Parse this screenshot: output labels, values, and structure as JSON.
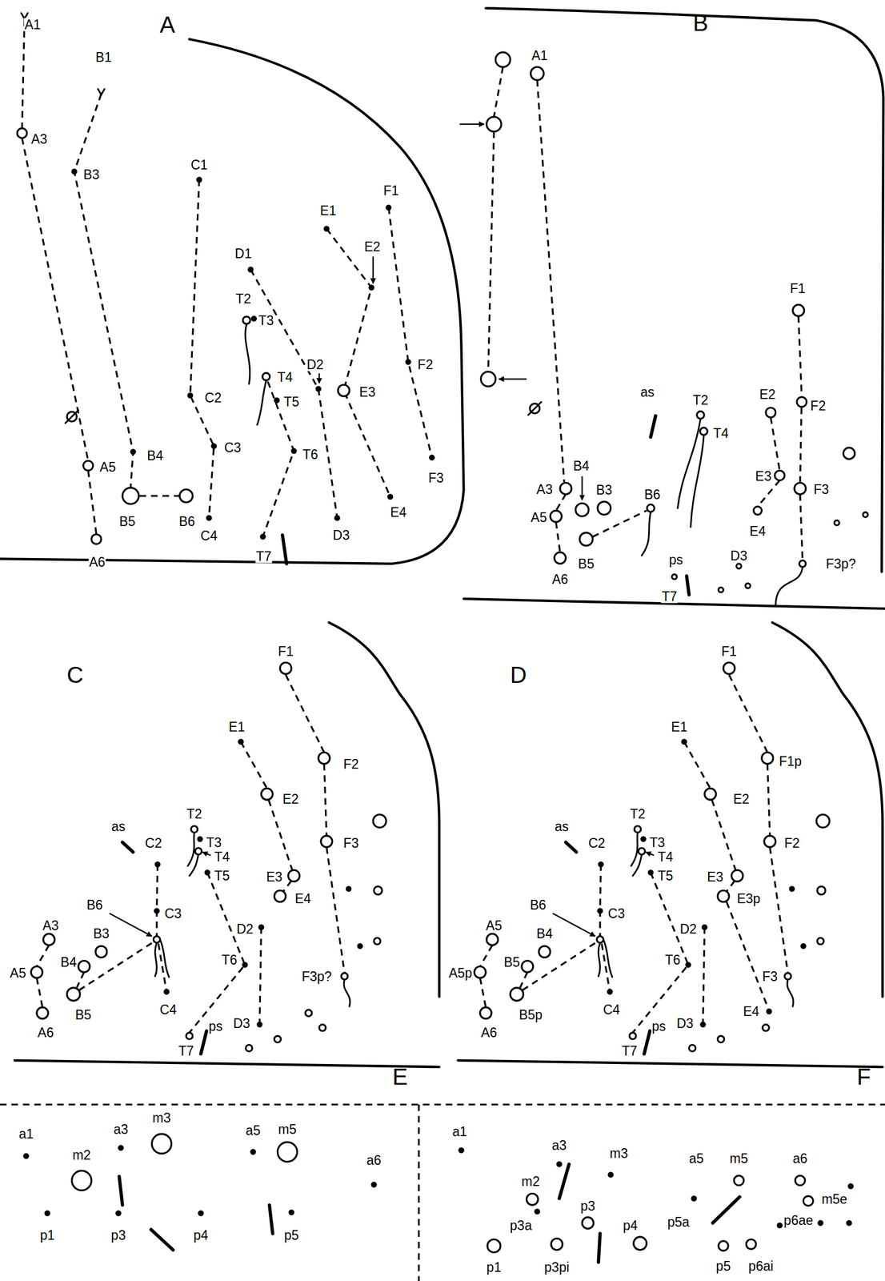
{
  "diagram": {
    "labels": [
      "A",
      "A1",
      "B1",
      "A3",
      "B3",
      "C1",
      "E1",
      "F1",
      "D1",
      "E2",
      "T2",
      "T3",
      "D2",
      "T4",
      "T5",
      "E3",
      "C2",
      "F2",
      "C3",
      "T6",
      "B4",
      "A5",
      "F3",
      "B5",
      "B6",
      "E4",
      "D3",
      "C4",
      "A6",
      "T7",
      "B",
      "A1",
      "as",
      "T2",
      "T4",
      "E2",
      "F1",
      "F2",
      "B4",
      "B3",
      "B6",
      "A3",
      "A5",
      "E3",
      "F3",
      "E4",
      "B5",
      "A6",
      "F3p?",
      "ps",
      "D3",
      "T7",
      "C",
      "F1",
      "E1",
      "F2",
      "E2",
      "as",
      "C2",
      "T2",
      "T3",
      "T4",
      "T5",
      "E3",
      "F3",
      "E4",
      "B6",
      "C3",
      "A3",
      "B3",
      "T6",
      "D2",
      "B4",
      "A5",
      "F3p?",
      "B5",
      "C4",
      "A6",
      "ps",
      "D3",
      "T7",
      "D",
      "F1",
      "E1",
      "F1p",
      "E2",
      "as",
      "C2",
      "T2",
      "T3",
      "T4",
      "T5",
      "E3",
      "F2",
      "E3p",
      "B6",
      "C3",
      "A5",
      "B4",
      "T6",
      "D2",
      "B5",
      "A5p",
      "F3",
      "B5p",
      "C4",
      "A6",
      "E4",
      "ps",
      "D3",
      "T7",
      "E",
      "a1",
      "a3",
      "m3",
      "m2",
      "a5",
      "m5",
      "a6",
      "p1",
      "p3",
      "p4",
      "p5",
      "F",
      "a1",
      "a3",
      "m3",
      "m2",
      "p3",
      "p3a",
      "p1",
      "p3pi",
      "p4",
      "a5",
      "m5",
      "a6",
      "m5e",
      "p6ae",
      "p6ai",
      "p5a",
      "p5"
    ]
  }
}
